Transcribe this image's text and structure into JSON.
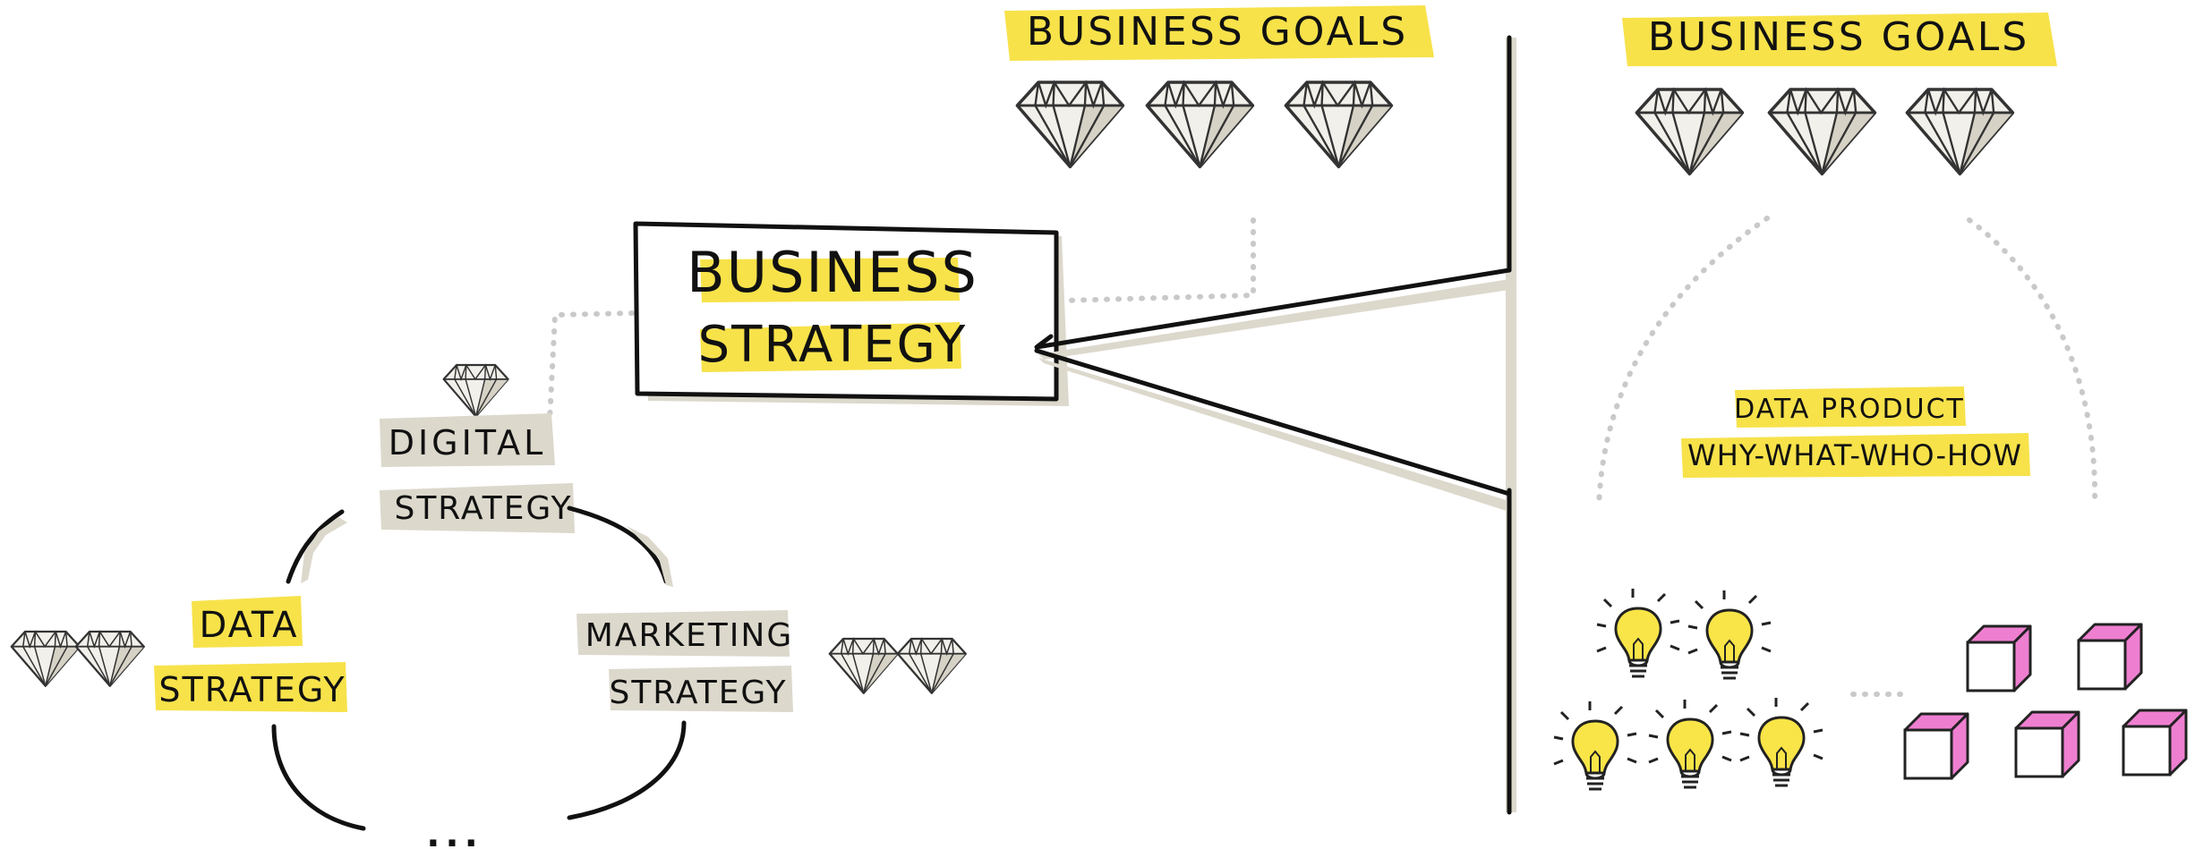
{
  "labels": {
    "goals_left": "BUSINESS GOALS",
    "goals_right": "BUSINESS GOALS",
    "strategy_line1": "BUSINESS",
    "strategy_line2": "STRATEGY",
    "digital_line1": "DIGITAL",
    "digital_line2": "STRATEGY",
    "data_line1": "DATA",
    "data_line2": "STRATEGY",
    "marketing_line1": "MARKETING",
    "marketing_line2": "STRATEGY",
    "ellipsis": "...",
    "data_product_line1": "DATA PRODUCT",
    "data_product_line2": "WHY-WHAT-WHO-HOW"
  },
  "colors": {
    "highlight": "#f7e24a",
    "beige": "#dcd8cc",
    "ink": "#111111",
    "dotted": "#c9c9c9",
    "diamond_fill": "#f2f0ea",
    "diamond_shade": "#d6d2c6",
    "bulb_yellow": "#f9e547",
    "cube_pink": "#ee7fd0",
    "cube_white": "#ffffff"
  },
  "icons": {
    "diamond": "diamond-icon",
    "lightbulb": "lightbulb-icon",
    "cube": "cube-icon"
  }
}
